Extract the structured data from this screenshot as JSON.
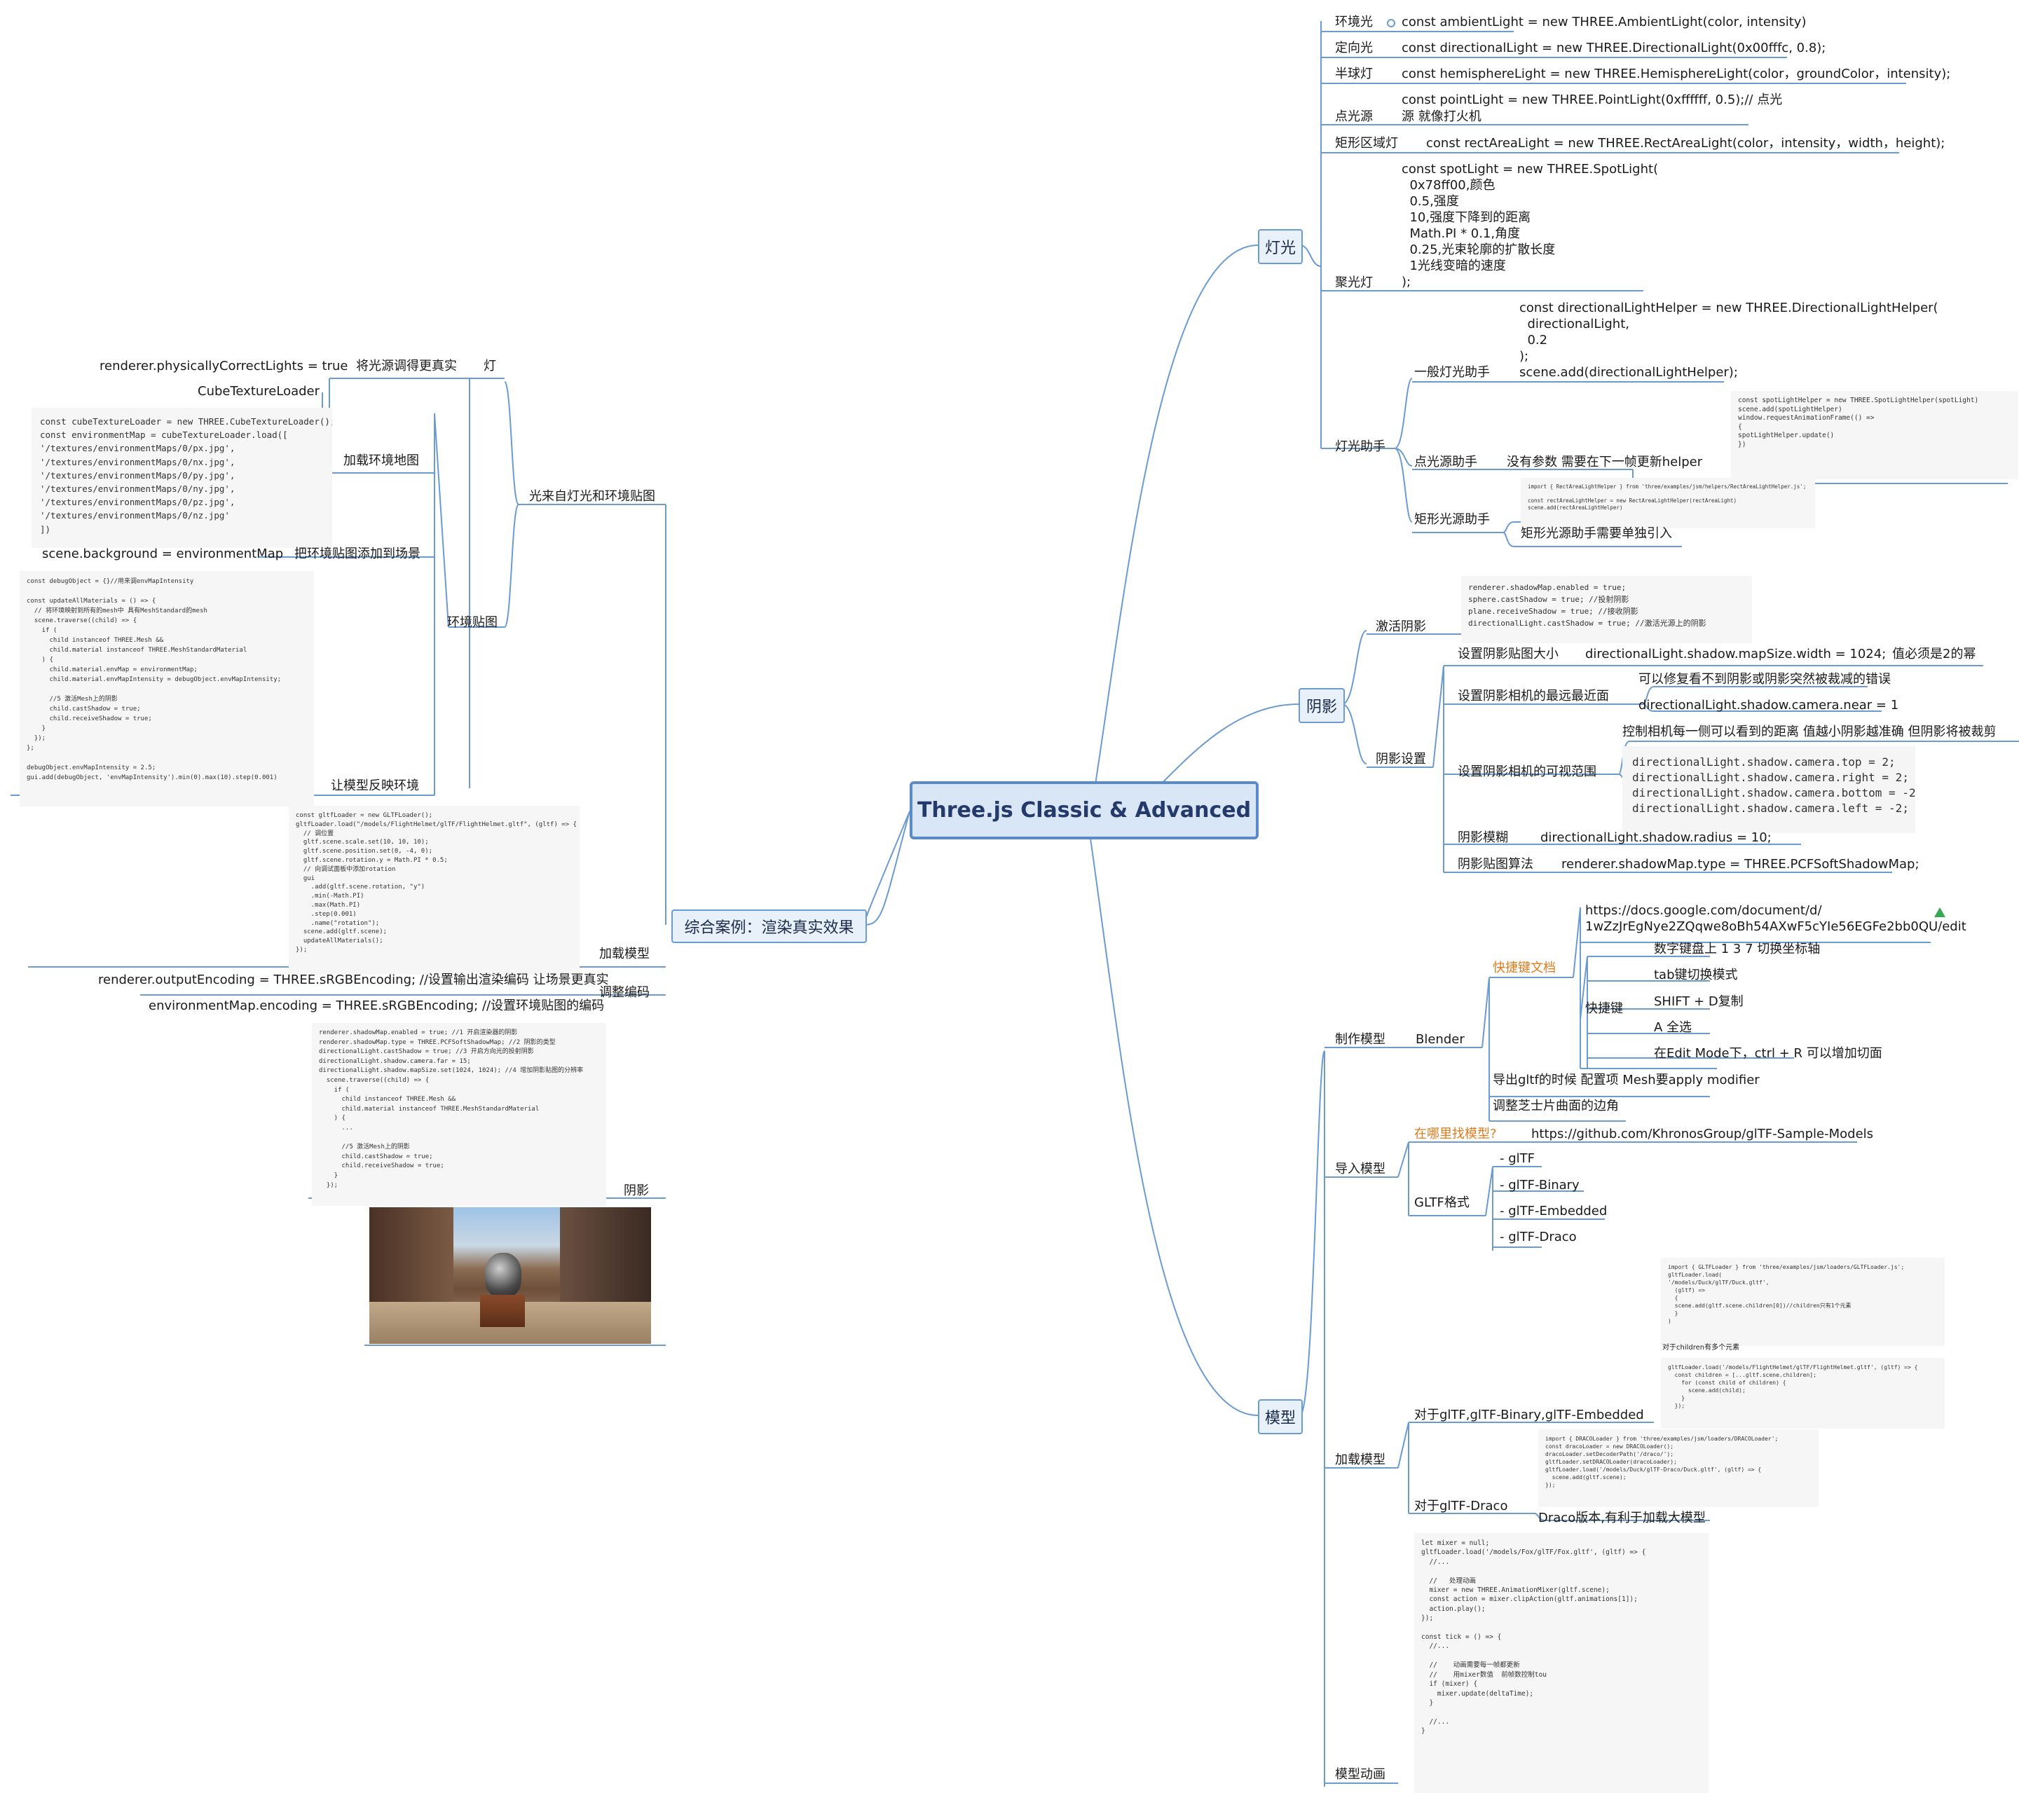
{
  "root": "Three.js Classic & Advanced",
  "branches": {
    "light": "灯光",
    "shadow": "阴影",
    "model": "模型",
    "case": "综合案例：渲染真实效果"
  },
  "light": {
    "ambient": {
      "label": "环境光",
      "code": "const ambientLight = new THREE.AmbientLight(color, intensity)"
    },
    "directional": {
      "label": "定向光",
      "code": "const directionalLight = new THREE.DirectionalLight(0x00fffc, 0.8);"
    },
    "hemisphere": {
      "label": "半球灯",
      "code": "const hemisphereLight = new THREE.HemisphereLight(color，groundColor，intensity);"
    },
    "point": {
      "label": "点光源",
      "code": "const pointLight = new THREE.PointLight(0xffffff, 0.5);// 点光\n源 就像打火机"
    },
    "rectArea": {
      "label": "矩形区域灯",
      "code": "const rectAreaLight = new THREE.RectAreaLight(color，intensity，width，height);"
    },
    "spot": {
      "label": "聚光灯",
      "code": "const spotLight = new THREE.SpotLight(\n  0x78ff00,颜色\n  0.5,强度\n  10,强度下降到的距离\n  Math.PI * 0.1,角度\n  0.25,光束轮廓的扩散长度\n  1光线变暗的速度\n);"
    },
    "helpers": {
      "label": "灯光助手",
      "general": {
        "label": "一般灯光助手",
        "code": "const directionalLightHelper = new THREE.DirectionalLightHelper(\n  directionalLight,\n  0.2\n);\nscene.add(directionalLightHelper);"
      },
      "point": {
        "label": "点光源助手",
        "note": "没有参数  需要在下一帧更新helper",
        "code": "const spotLightHelper = new THREE.SpotLightHelper(spotLight)\nscene.add(spotLightHelper)\nwindow.requestAnimationFrame(() =>\n{\nspotLightHelper.update()\n})"
      },
      "rect": {
        "label": "矩形光源助手",
        "note": "矩形光源助手需要单独引入",
        "code": "import { RectAreaLightHelper } from 'three/examples/jsm/helpers/RectAreaLightHelper.js';\n\nconst rectAreaLightHelper = new RectAreaLightHelper(rectAreaLight)\nscene.add(rectAreaLightHelper)"
      }
    }
  },
  "shadow": {
    "activate": {
      "label": "激活阴影",
      "code": "renderer.shadowMap.enabled = true;\nsphere.castShadow = true; //投射阴影\nplane.receiveShadow = true; //接收阴影\ndirectionalLight.castShadow = true; //激活光源上的阴影"
    },
    "settings": {
      "label": "阴影设置",
      "mapSize": {
        "label": "设置阴影贴图大小",
        "code": "directionalLight.shadow.mapSize.width = 1024;",
        "note": "值必须是2的幂"
      },
      "nearFar": {
        "label": "设置阴影相机的最远最近面",
        "note": "可以修复看不到阴影或阴影突然被裁减的错误",
        "code": "directionalLight.shadow.camera.near = 1"
      },
      "range": {
        "label": "设置阴影相机的可视范围",
        "note": "控制相机每一侧可以看到的距离 值越小阴影越准确 但阴影将被裁剪",
        "code": "directionalLight.shadow.camera.top = 2;\ndirectionalLight.shadow.camera.right = 2;\ndirectionalLight.shadow.camera.bottom = -2;\ndirectionalLight.shadow.camera.left = -2;"
      },
      "blur": {
        "label": "阴影模糊",
        "code": "directionalLight.shadow.radius = 10;"
      },
      "algo": {
        "label": "阴影贴图算法",
        "code": "renderer.shadowMap.type = THREE.PCFSoftShadowMap;"
      }
    }
  },
  "model": {
    "make": {
      "label": "制作模型",
      "blender": "Blender",
      "shortcutDoc": {
        "label": "快捷键文档",
        "url": "https://docs.google.com/document/d/\n1wZzJrEgNye2ZQqwe8oBh54AXwF5cYIe56EGFe2bb0QU/edit"
      },
      "shortcuts": {
        "label": "快捷键",
        "items": [
          "数字键盘上 1 3 7 切换坐标轴",
          "tab键切换模式",
          "SHIFT + D复制",
          "A 全选",
          "在Edit Mode下，ctrl + R 可以增加切面"
        ]
      },
      "export": "导出gltf的时候 配置项  Mesh要apply modifier",
      "bevel": "调整芝士片曲面的边角"
    },
    "import": {
      "label": "导入模型",
      "where": "在哪里找模型?",
      "whereUrl": "https://github.com/KhronosGroup/glTF-Sample-Models",
      "format": "GLTF格式",
      "formats": [
        "- glTF",
        "- glTF-Binary",
        "- glTF-Embedded",
        "- glTF-Draco"
      ]
    },
    "load": {
      "label": "加载模型",
      "gltf": {
        "label": "对于glTF,glTF-Binary,glTF-Embedded",
        "code1": "import { GLTFLoader } from 'three/examples/jsm/loaders/GLTFLoader.js';\ngltfLoader.load(\n'/models/Duck/glTF/Duck.gltf',\n  (gltf) =>\n  {\n  scene.add(gltf.scene.children[0])//children只有1个元素\n  }\n)",
        "note": "对于children有多个元素",
        "code2": "gltfLoader.load('/models/FlightHelmet/glTF/FlightHelmet.gltf', (gltf) => {\n  const children = [...gltf.scene.children];\n    for (const child of children) {\n      scene.add(child);\n    }\n  });"
      },
      "draco": {
        "label": "对于glTF-Draco",
        "note": "Draco版本,有利于加载大模型",
        "code": "import { DRACOLoader } from 'three/examples/jsm/loaders/DRACOLoader';\nconst dracoLoader = new DRACOLoader();\ndracoLoader.setDecoderPath('/draco/');\ngltfLoader.setDRACOLoader(dracoLoader);\ngltfLoader.load('/models/Duck/glTF-Draco/Duck.gltf', (gltf) => {\n  scene.add(gltf.scene);\n});"
      }
    },
    "anim": {
      "label": "模型动画",
      "code": "let mixer = null;\ngltfLoader.load('/models/Fox/glTF/Fox.gltf', (gltf) => {\n  //...\n\n  //   处理动画\n  mixer = new THREE.AnimationMixer(gltf.scene);\n  const action = mixer.clipAction(gltf.animations[1]);\n  action.play();\n});\n\nconst tick = () => {\n  //...\n\n  //    动画需要每一帧都更新\n  //    用mixer数值  前帧数控制tou\n  if (mixer) {\n    mixer.update(deltaTime);\n  }\n\n  //...\n}"
    }
  },
  "case": {
    "lightEnv": {
      "label": "光来自灯光和环境贴图",
      "lamp": {
        "label": "灯",
        "note": "将光源调得更真实",
        "code": "renderer.physicallyCorrectLights = true"
      },
      "env": {
        "label": "环境贴图",
        "load": {
          "label": "加载环境地图",
          "title": "CubeTextureLoader",
          "code": "const cubeTextureLoader = new THREE.CubeTextureLoader();\nconst environmentMap = cubeTextureLoader.load([\n'/textures/environmentMaps/0/px.jpg',\n'/textures/environmentMaps/0/nx.jpg',\n'/textures/environmentMaps/0/py.jpg',\n'/textures/environmentMaps/0/ny.jpg',\n'/textures/environmentMaps/0/pz.jpg',\n'/textures/environmentMaps/0/nz.jpg'\n])"
        },
        "add": {
          "label": "把环境贴图添加到场景",
          "code": "scene.background = environmentMap"
        },
        "reflect": {
          "label": "让模型反映环境",
          "code": "const debugObject = {}//用来调envMapIntensity\n\nconst updateAllMaterials = () => {\n  // 将环境映射到所有的mesh中 具有MeshStandard的mesh\n  scene.traverse((child) => {\n    if (\n      child instanceof THREE.Mesh &&\n      child.material instanceof THREE.MeshStandardMaterial\n    ) {\n      child.material.envMap = environmentMap;\n      child.material.envMapIntensity = debugObject.envMapIntensity;\n\n      //5 激活Mesh上的阴影\n      child.castShadow = true;\n      child.receiveShadow = true;\n    }\n  });\n};\n\ndebugObject.envMapIntensity = 2.5;\ngui.add(debugObject, 'envMapIntensity').min(0).max(10).step(0.001)"
        }
      }
    },
    "loadModel": {
      "label": "加载模型",
      "code": "const gltfLoader = new GLTFLoader();\ngltfLoader.load(\"/models/FlightHelmet/glTF/FlightHelmet.gltf\", (gltf) => {\n  // 调位置\n  gltf.scene.scale.set(10, 10, 10);\n  gltf.scene.position.set(0, -4, 0);\n  gltf.scene.rotation.y = Math.PI * 0.5;\n  // 向调试面板中添加rotation\n  gui\n    .add(gltf.scene.rotation, \"y\")\n    .min(-Math.PI)\n    .max(Math.PI)\n    .step(0.001)\n    .name(\"rotation\");\n  scene.add(gltf.scene);\n  updateAllMaterials();\n});"
    },
    "encoding": {
      "label": "调整编码",
      "output": "renderer.outputEncoding = THREE.sRGBEncoding; //设置输出渲染编码 让场景更真实",
      "env": "environmentMap.encoding = THREE.sRGBEncoding; //设置环境贴图的编码"
    },
    "shadow": {
      "label": "阴影",
      "code": "renderer.shadowMap.enabled = true; //1 开启渲染器的阴影\nrenderer.shadowMap.type = THREE.PCFSoftShadowMap; //2 阴影的类型\ndirectionalLight.castShadow = true; //3 开启方向光的投射阴影\ndirectionalLight.shadow.camera.far = 15;\ndirectionalLight.shadow.mapSize.set(1024, 1024); //4 增加阴影贴图的分辨率\n  scene.traverse((child) => {\n    if (\n      child instanceof THREE.Mesh &&\n      child.material instanceof THREE.MeshStandardMaterial\n    ) {\n      ...\n\n      //5 激活Mesh上的阴影\n      child.castShadow = true;\n      child.receiveShadow = true;\n    }\n  });"
    }
  },
  "colors": {
    "line": "#6b9bd1",
    "accent": "#e07a1c",
    "node": "#e8f0fa"
  }
}
